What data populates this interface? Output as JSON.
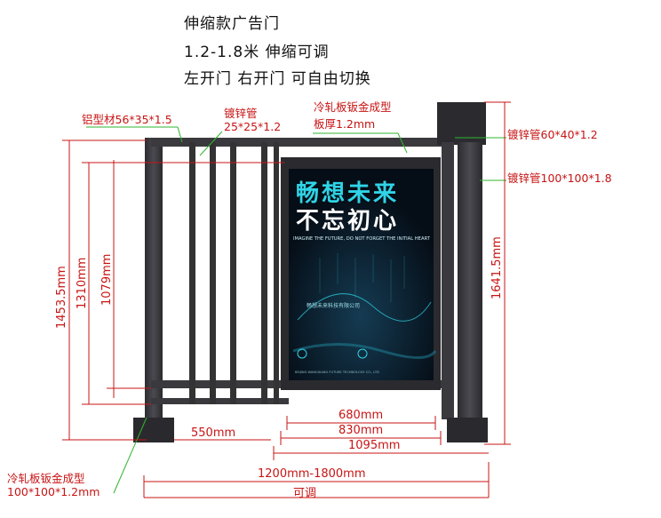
{
  "title_lines": [
    "伸缩款广告门",
    "1.2-1.8米 伸缩可调",
    "左开门 右开门 可自由切换"
  ],
  "annotations": {
    "aluminum": "铝型材56*35*1.5",
    "galv_small_1": "镀锌管",
    "galv_small_2": "25*25*1.2",
    "sheet_1": "冷轧板钣金成型",
    "sheet_2": "板厚1.2mm",
    "galv_60": "镀锌管60*40*1.2",
    "galv_100": "镀锌管100*100*1.8",
    "base_1": "冷轧板钣金成型",
    "base_2": "100*100*1.2mm"
  },
  "dimensions": {
    "h_1453": "1453.5mm",
    "h_1310": "1310mm",
    "h_1079": "1079mm",
    "h_1641": "1641.5mm",
    "w_680": "680mm",
    "w_830": "830mm",
    "w_1095": "1095mm",
    "w_550": "550mm",
    "w_range": "1200mm-1800mm",
    "w_adjustable": "可调"
  },
  "ad_panel": {
    "headline_1": "畅想未来",
    "headline_2": "不忘初心",
    "tagline": "IMAGINE THE FUTURE, DO NOT FORGET THE INITIAL HEART",
    "mid_text": "畅想未来科技有限公司",
    "footer": "BEIJING WANGXIANG FUTURE TECHNOLOGY CO., LTD"
  },
  "colors": {
    "annotation": "#c81414",
    "frame": "#3a3a3e",
    "panel_bg": "#0a1a2a",
    "panel_text": "#2fd4e6",
    "leader": "#2fb52f"
  }
}
